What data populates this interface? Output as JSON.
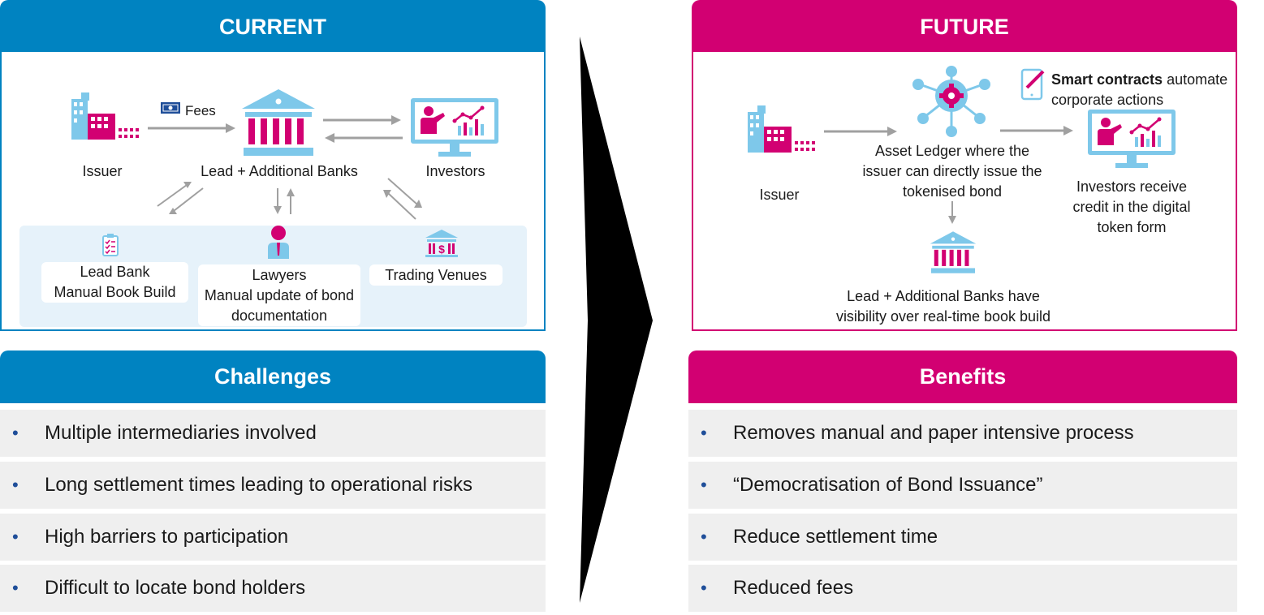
{
  "current": {
    "title": "CURRENT",
    "fees_label": "Fees",
    "issuer": "Issuer",
    "banks": "Lead + Additional Banks",
    "investors": "Investors",
    "lead_bank_line1": "Lead Bank",
    "lead_bank_line2": "Manual Book Build",
    "lawyers_line1": "Lawyers",
    "lawyers_line2": "Manual update of bond",
    "lawyers_line3": "documentation",
    "trading_venues": "Trading Venues"
  },
  "future": {
    "title": "FUTURE",
    "smart_bold": "Smart contracts",
    "smart_rest": " automate",
    "smart_line2": "corporate actions",
    "issuer": "Issuer",
    "ledger_line1": "Asset Ledger where the",
    "ledger_line2": "issuer can directly issue the",
    "ledger_line3": "tokenised bond",
    "investors_line1": "Investors receive",
    "investors_line2": "credit in the digital",
    "investors_line3": "token form",
    "banks_line1": "Lead + Additional Banks have",
    "banks_line2": "visibility over real-time book build"
  },
  "challenges": {
    "title": "Challenges",
    "items": [
      "Multiple intermediaries involved",
      "Long settlement times leading to operational risks",
      "High barriers to participation",
      "Difficult to locate bond holders"
    ]
  },
  "benefits": {
    "title": "Benefits",
    "items": [
      "Removes manual and paper intensive process",
      "“Democratisation of Bond Issuance”",
      "Reduce settlement time",
      "Reduced fees"
    ]
  },
  "colors": {
    "blue": "#0083c1",
    "pink": "#d20072",
    "light_blue": "#7ec8ea",
    "grey_row": "#efefef",
    "panel": "#e6f2fa"
  },
  "icons": [
    "building-icon",
    "money-icon",
    "bank-icon",
    "presentation-monitor-icon",
    "clipboard-checklist-icon",
    "lawyer-person-icon",
    "trading-venue-icon",
    "network-gear-icon",
    "tablet-pen-icon"
  ]
}
